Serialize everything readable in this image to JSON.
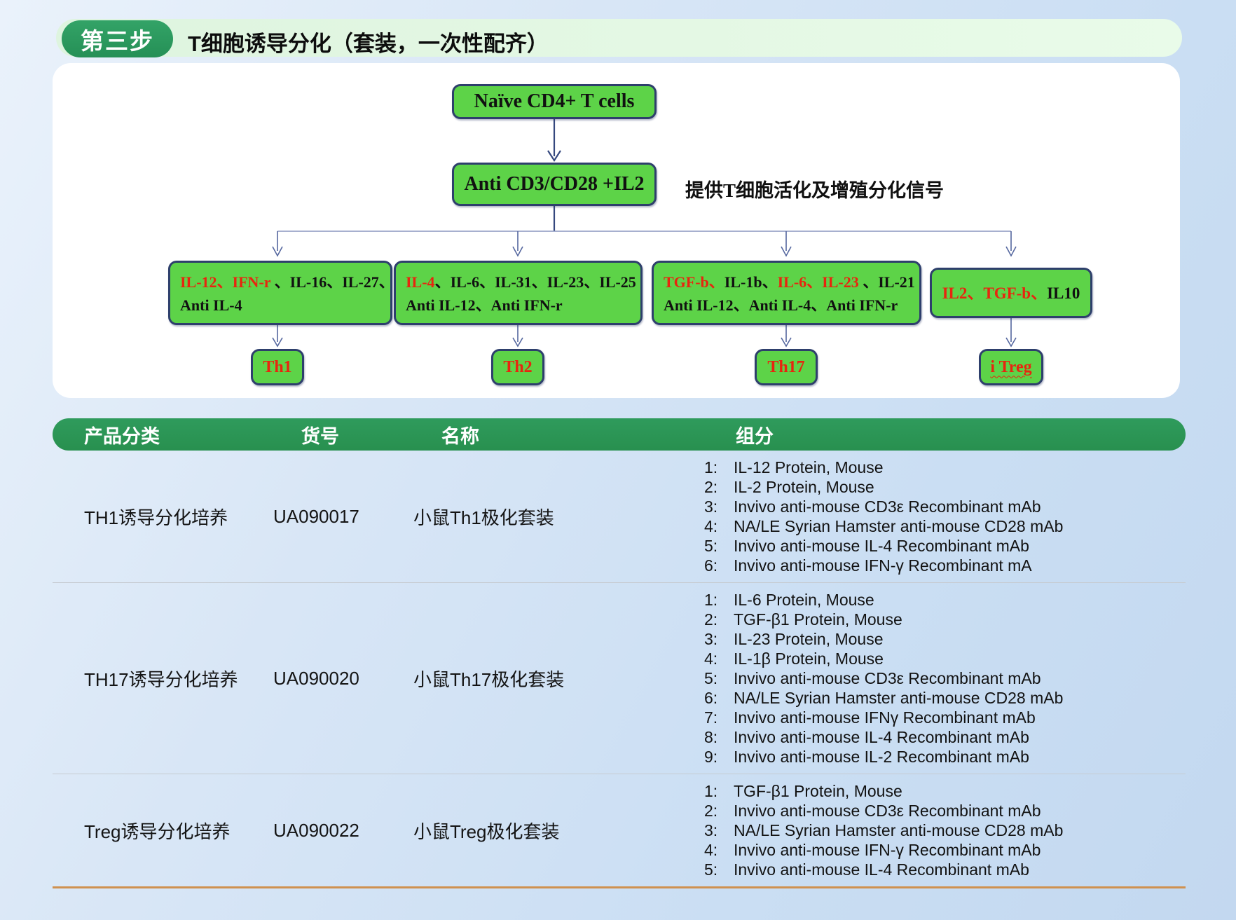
{
  "header": {
    "badge": "第三步",
    "title": "T细胞诱导分化（套装，一次性配齐）"
  },
  "colors": {
    "badge_green": "#2a9a5e",
    "table_header_green": "#2d9557",
    "flow_box_fill": "#5dd348",
    "flow_box_border": "#2e3f6c",
    "highlight_red": "#e8250f",
    "arrow_blue": "#35487e",
    "bottom_rule_orange": "#cf9150"
  },
  "flowchart": {
    "root_label": "Naïve CD4+ T cells",
    "stimulus_label": "Anti CD3/CD28 +IL2",
    "annotation": "提供T细胞活化及增殖分化信号",
    "branches": [
      {
        "lines": [
          [
            {
              "t": "IL-12、IFN-r",
              "c": "#e8250f"
            },
            {
              "t": " 、IL-16、IL-27、",
              "c": "#111111"
            }
          ],
          [
            {
              "t": "Anti IL-4",
              "c": "#111111"
            }
          ]
        ],
        "result": "Th1"
      },
      {
        "lines": [
          [
            {
              "t": "IL-4",
              "c": "#e8250f"
            },
            {
              "t": "、IL-6、IL-31、IL-23、IL-25",
              "c": "#111111"
            }
          ],
          [
            {
              "t": "Anti IL-12、Anti IFN-r",
              "c": "#111111"
            }
          ]
        ],
        "result": "Th2"
      },
      {
        "lines": [
          [
            {
              "t": "TGF-b、",
              "c": "#e8250f"
            },
            {
              "t": "IL-1b",
              "c": "#111111"
            },
            {
              "t": "、",
              "c": "#111111"
            },
            {
              "t": "IL-6、IL-23",
              "c": "#e8250f"
            },
            {
              "t": " 、IL-21",
              "c": "#111111"
            }
          ],
          [
            {
              "t": "Anti IL-12、Anti IL-4、Anti IFN-r",
              "c": "#111111"
            }
          ]
        ],
        "result": "Th17"
      },
      {
        "lines": [
          [
            {
              "t": "IL2、TGF-b、",
              "c": "#e8250f"
            },
            {
              "t": "IL10",
              "c": "#111111"
            }
          ]
        ],
        "result": "i Treg"
      }
    ]
  },
  "table": {
    "headers": [
      "产品分类",
      "货号",
      "名称",
      "组分"
    ],
    "rows": [
      {
        "category": "TH1诱导分化培养",
        "catalog": "UA090017",
        "name": "小鼠Th1极化套装",
        "components": [
          "IL-12 Protein, Mouse",
          "IL-2 Protein, Mouse",
          "Invivo anti-mouse CD3ε Recombinant mAb",
          "NA/LE Syrian Hamster anti-mouse CD28 mAb",
          "Invivo anti-mouse IL-4 Recombinant mAb",
          "Invivo anti-mouse IFN-γ Recombinant mA"
        ]
      },
      {
        "category": "TH17诱导分化培养",
        "catalog": "UA090020",
        "name": "小鼠Th17极化套装",
        "components": [
          "IL-6 Protein, Mouse",
          "TGF-β1 Protein, Mouse",
          "IL-23 Protein, Mouse",
          "IL-1β Protein, Mouse",
          "Invivo anti-mouse CD3ε Recombinant mAb",
          "NA/LE Syrian Hamster anti-mouse CD28 mAb",
          "Invivo anti-mouse IFNγ Recombinant mAb",
          "Invivo anti-mouse IL-4 Recombinant mAb",
          "Invivo anti-mouse IL-2 Recombinant mAb"
        ]
      },
      {
        "category": "Treg诱导分化培养",
        "catalog": "UA090022",
        "name": "小鼠Treg极化套装",
        "components": [
          "TGF-β1 Protein, Mouse",
          "Invivo anti-mouse CD3ε Recombinant mAb",
          "NA/LE Syrian Hamster anti-mouse CD28 mAb",
          "Invivo anti-mouse IFN-γ Recombinant mAb",
          "Invivo anti-mouse IL-4 Recombinant mAb"
        ]
      }
    ]
  }
}
